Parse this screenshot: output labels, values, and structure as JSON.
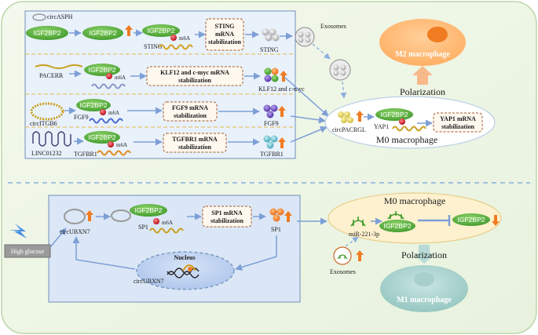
{
  "top": {
    "row1": {
      "circ": "circASPH",
      "p1": "IGF2BP2",
      "p2": "IGF2BP2",
      "p3": "IGF2BP2",
      "sting": "STING",
      "m6a": "m6A",
      "box": [
        "STING",
        "mRNA",
        "stabilization"
      ],
      "out": "STING"
    },
    "row2": {
      "circ": "PACERR",
      "p": "IGF2BP2",
      "m6a": "m6A",
      "box": [
        "KLF12 and c-myc mRNA",
        "stabilization"
      ],
      "out": "KLF12 and c-myc"
    },
    "row3": {
      "circ": "circITGB6",
      "p": "IGF2BP2",
      "gene": "FGF9",
      "m6a": "m6A",
      "box": [
        "FGF9 mRNA",
        "stabilization"
      ],
      "out": "FGF9"
    },
    "row4": {
      "circ": "LINC01232",
      "p": "IGF2BP2",
      "gene": "TGFBR1",
      "m6a": "m6A",
      "box": [
        "TGFBR1 mRNA",
        "stabilization"
      ],
      "out": "TGFBR1"
    },
    "exosomes": "Exosomes",
    "m2": "M2 macrophage",
    "polarization": "Polarization",
    "m0": {
      "circ": "circPACRGL",
      "p": "IGF2BP2",
      "gene": "YAP1",
      "box": [
        "YAP1 mRNA",
        "stabilization"
      ],
      "label": "M0 macrophage"
    }
  },
  "bottom": {
    "hg": "High glucose",
    "circ": "circUBXN7",
    "p": "IGF2BP2",
    "gene": "SP1",
    "m6a": "m6A",
    "box": [
      "SP1 mRNA",
      "stabilization"
    ],
    "out": "SP1",
    "nucleus": "Nucleus",
    "nuc_circ": "circUBXN7",
    "m0": {
      "label": "M0 macrophage",
      "mir": "miR-221-3p",
      "p1": "IGF2BP2",
      "p2": "IGF2BP2"
    },
    "exosomes": "Exosomes",
    "polarization": "Polarization",
    "m1": "M1 macrophage"
  }
}
